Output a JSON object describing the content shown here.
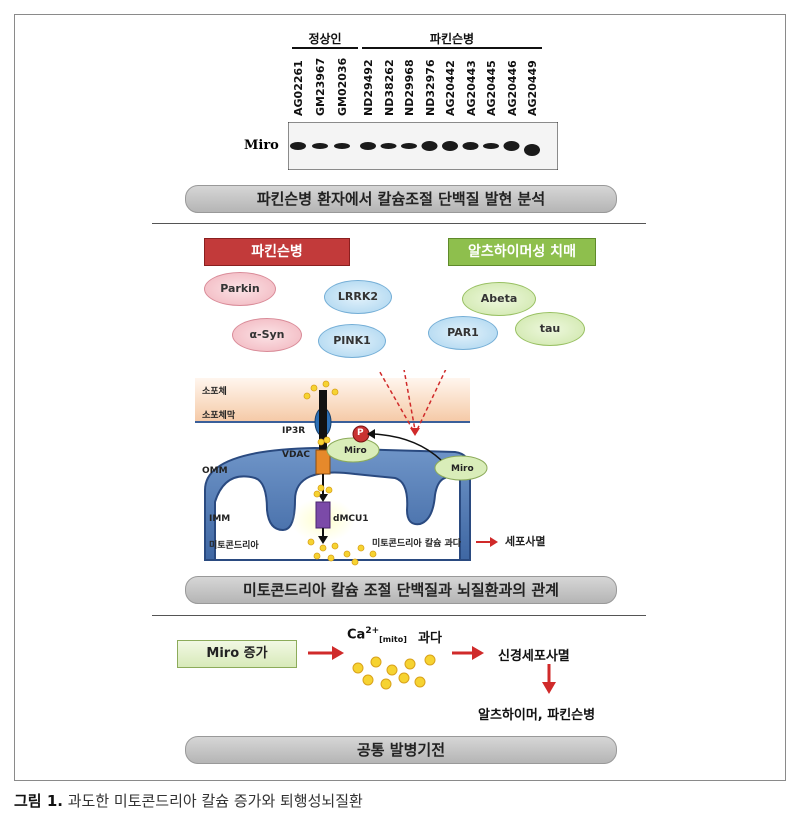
{
  "blot": {
    "group_normal": "정상인",
    "group_pd": "파킨슨병",
    "normal_samples": [
      "AG02261",
      "GM23967",
      "GM02036"
    ],
    "pd_samples": [
      "ND29492",
      "ND38262",
      "ND29968",
      "ND32976",
      "AG20442",
      "AG20443",
      "AG20445",
      "AG20446",
      "AG20449"
    ],
    "row_label": "Miro",
    "banner": "파킨슨병 환자에서  칼슘조절 단백질 발현 분석"
  },
  "mechanism": {
    "pd_header": "파킨슨병",
    "ad_header": "알츠하이머성 치매",
    "parkin": "Parkin",
    "asyn": "α-Syn",
    "lrrk2": "LRRK2",
    "pink1": "PINK1",
    "abeta": "Abeta",
    "par1": "PAR1",
    "tau": "tau",
    "soma": "소포체",
    "soma_membrane": "소포체막",
    "ip3r": "IP3R",
    "vdac": "VDAC",
    "omm": "OMM",
    "imm": "IMM",
    "mito": "미토콘드리아",
    "p": "P",
    "miro_bound": "Miro",
    "miro_free": "Miro",
    "dmcu1": "dMCU1",
    "overload": "미토콘드리아 칼슘 과다",
    "apoptosis": "세포사멸",
    "banner": "미토콘드리아 칼슘 조절 단백질과 뇌질환과의 관계"
  },
  "pathway": {
    "miro_up": "Miro 증가",
    "ca": "Ca",
    "ca_sup": "2+",
    "ca_sub": "[mito]",
    "excess": "과다",
    "neuron_death": "신경세포사멸",
    "diseases": "알츠하이머, 파킨슨병",
    "banner": "공통 발병기전"
  },
  "caption": {
    "label": "그림 1.",
    "text": " 과도한 미토콘드리아 칼슘 증가와 퇴행성뇌질환"
  }
}
